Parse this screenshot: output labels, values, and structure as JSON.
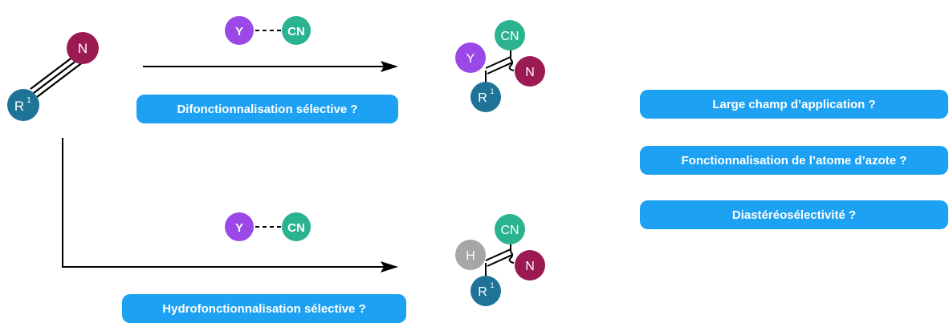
{
  "colors": {
    "r1": "#1e7396",
    "n": "#9c1a52",
    "y": "#9b48e8",
    "cn": "#2bb38f",
    "h": "#a6a6a6",
    "pill": "#1da1f2",
    "line": "#000000"
  },
  "labels": {
    "r_letter": "R",
    "r_superscript": "1",
    "n": "N",
    "y": "Y",
    "cn": "CN",
    "h": "H"
  },
  "pills": {
    "difunctionalisation": "Difonctionnalisation sélective ?",
    "hydrofunctionalisation": "Hydrofonctionnalisation sélective ?",
    "questions": [
      "Large champ d’application ?",
      "Fonctionnalisation de l’atome d’azote ?",
      "Diastéréosélectivité ?"
    ]
  }
}
